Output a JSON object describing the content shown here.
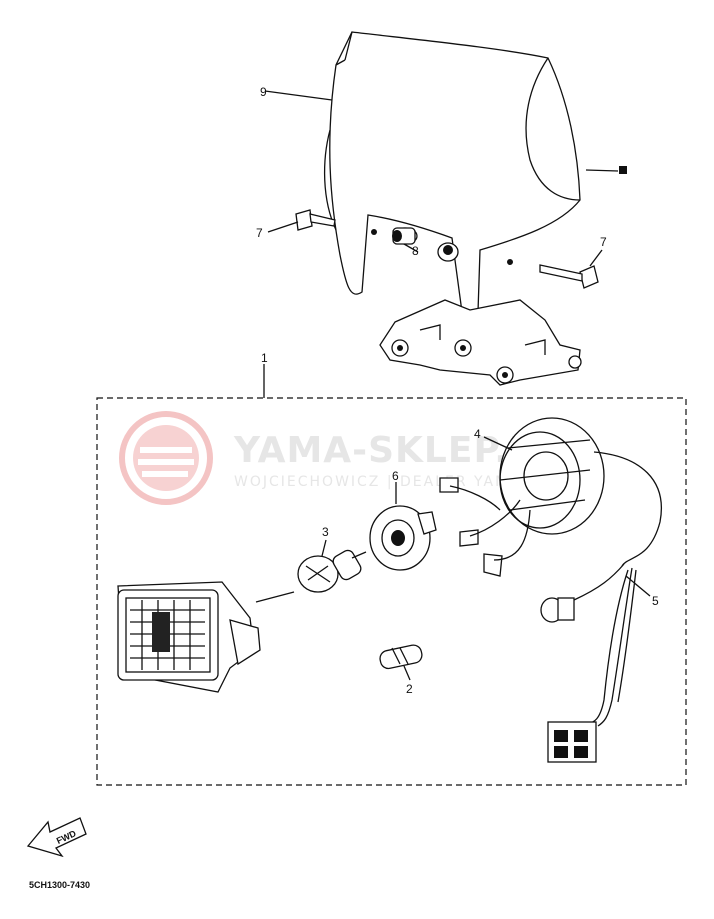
{
  "callouts": [
    "1",
    "2",
    "3",
    "4",
    "5",
    "6",
    "7",
    "7",
    "8",
    "9"
  ],
  "watermark": {
    "brand": "YAMA-SKLEP.PL",
    "subtitle": "WOJCIECHOWICZ | DEALER YAMAHA",
    "logo_color": "#f2b8b8"
  },
  "direction_marker": "FWD",
  "diagram_code": "5CH1300-7430",
  "colors": {
    "line": "#111111",
    "background": "#ffffff"
  }
}
